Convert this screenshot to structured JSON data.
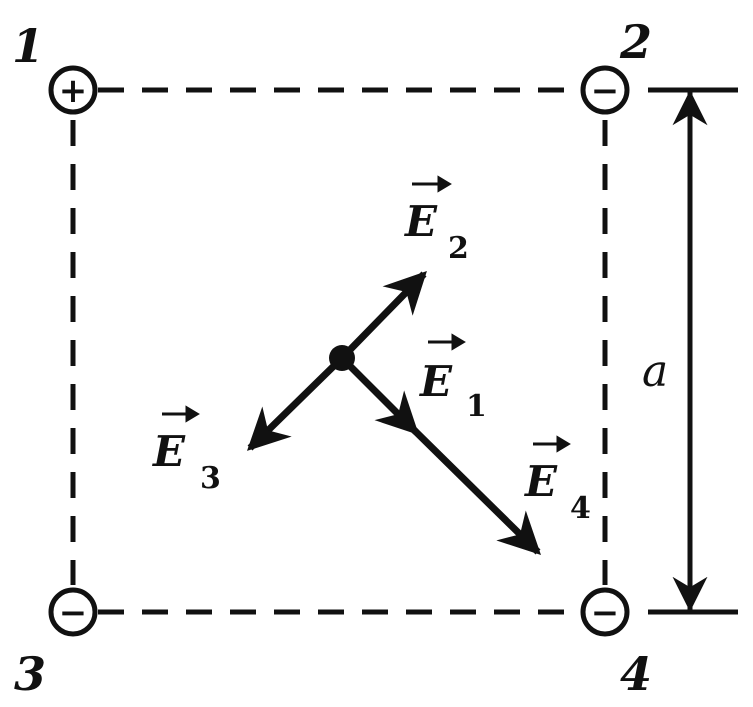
{
  "charges": [
    {
      "number": "1",
      "sign": "+"
    },
    {
      "number": "2",
      "sign": "−"
    },
    {
      "number": "3",
      "sign": "−"
    },
    {
      "number": "4",
      "sign": "−"
    }
  ],
  "vectors": {
    "e1": {
      "letter": "E",
      "subscript": "1"
    },
    "e2": {
      "letter": "E",
      "subscript": "2"
    },
    "e3": {
      "letter": "E",
      "subscript": "3"
    },
    "e4": {
      "letter": "E",
      "subscript": "4"
    }
  },
  "side_label": "a",
  "colors": {
    "ink": "#111111",
    "background": "#ffffff"
  }
}
